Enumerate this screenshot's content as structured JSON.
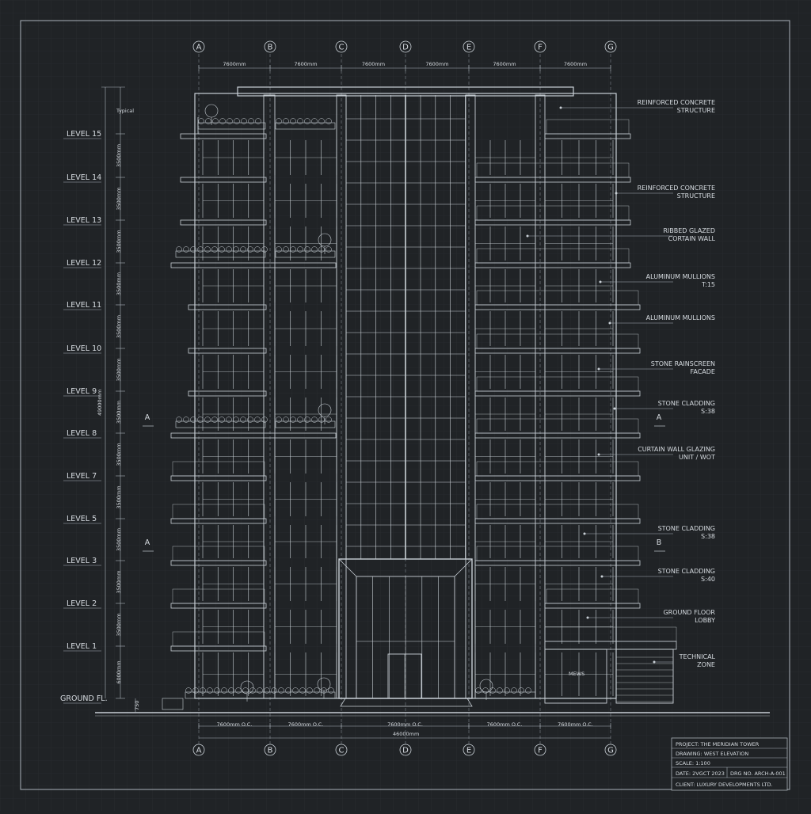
{
  "grid_columns": [
    "A",
    "B",
    "C",
    "D",
    "E",
    "F",
    "G"
  ],
  "top_dimensions": [
    "7600mm",
    "7600mm",
    "7600mm",
    "7600mm",
    "7600mm",
    "7600mm"
  ],
  "bottom_dimensions": [
    "7600mm O.C.",
    "7600mm O.C.",
    "7600mm O.C.",
    "7600mm O.C.",
    "7600mm O.C."
  ],
  "bottom_total": "46000mm",
  "top_left_dim": "Typical",
  "levels": [
    "LEVEL 15",
    "LEVEL 14",
    "LEVEL 13",
    "LEVEL 12",
    "LEVEL 11",
    "LEVEL 10",
    "LEVEL 9",
    "LEVEL 8",
    "LEVEL 7",
    "LEVEL 5",
    "LEVEL 3",
    "LEVEL 2",
    "LEVEL 1",
    "GROUND FL."
  ],
  "floor_dims": [
    "3500mm",
    "3500mm",
    "3500mm",
    "3500mm",
    "3500mm",
    "3500mm",
    "3500mm",
    "3500mm",
    "3500mm",
    "3500mm",
    "3500mm",
    "3500mm",
    "6000mm"
  ],
  "overall_dim": "49000mm",
  "ground_dim": "750",
  "section_markers": [
    "A",
    "A",
    "A",
    "B"
  ],
  "annotations": [
    {
      "line1": "REINFORCED CONCRETE",
      "line2": "STRUCTURE"
    },
    {
      "line1": "REINFORCED CONCRETE",
      "line2": "STRUCTURE"
    },
    {
      "line1": "RIBBED GLAZED",
      "line2": "CORTAIN WALL"
    },
    {
      "line1": "ALUMINUM MULLIONS",
      "line2": "T:15"
    },
    {
      "line1": "ALUMINUM MULLIONS",
      "line2": ""
    },
    {
      "line1": "STONE RAINSCREEN",
      "line2": "FACADE"
    },
    {
      "line1": "STONE CLADDING",
      "line2": "S:38"
    },
    {
      "line1": "CURTAIN WALL GLAZING",
      "line2": "UNIT / WOT"
    },
    {
      "line1": "STONE CLADDING",
      "line2": "S:38"
    },
    {
      "line1": "STONE CLADDING",
      "line2": "S:40"
    },
    {
      "line1": "GROUND FLOOR",
      "line2": "LOBBY"
    },
    {
      "line1": "TECHNICAL",
      "line2": "ZONE"
    }
  ],
  "entrance_label": "MEWS",
  "title_block": {
    "project": "PROJECT: THE MERIDIAN TOWER",
    "drawing": "DRAWING: WEST ELEVATION",
    "scale": "SCALE: 1:100",
    "date": "DATE: 2VGCT 2023",
    "drg_no": "DRG NO. ARCH-A-001",
    "client": "CLIENT: LUXURY DEVELOPMENTS LTD."
  },
  "colors": {
    "background": "#202326",
    "line": "#d6dbe0",
    "grid": "#2b2f33"
  }
}
